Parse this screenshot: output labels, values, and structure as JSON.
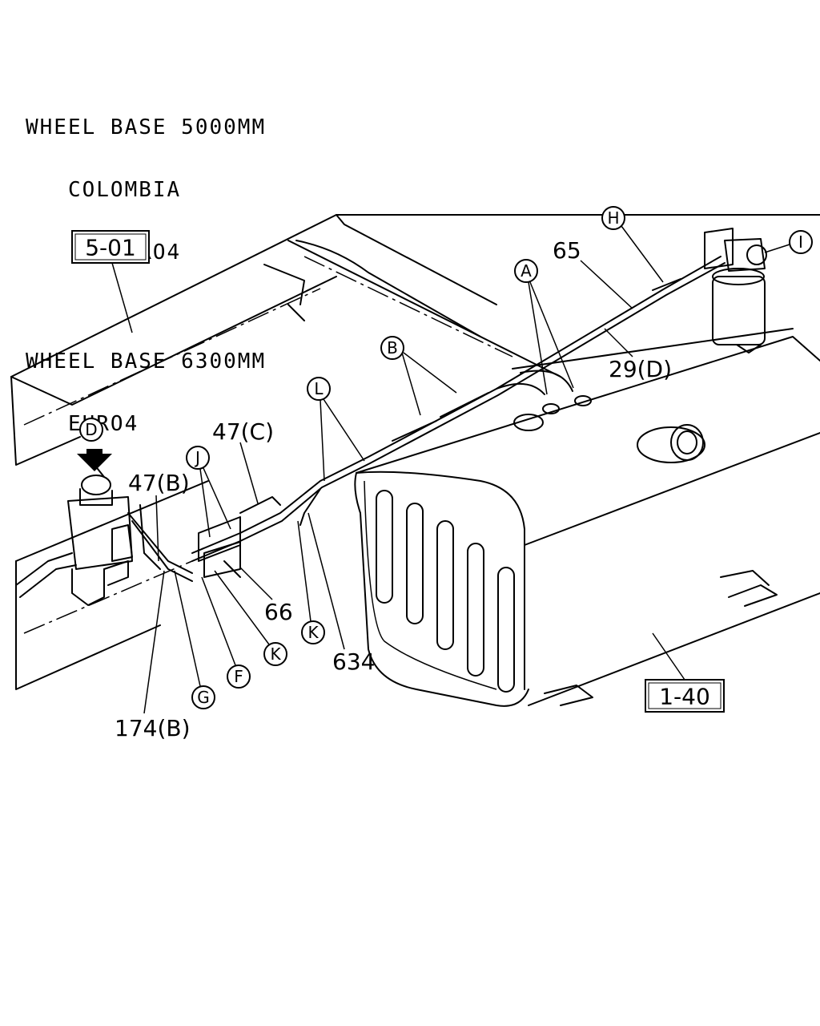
{
  "header": {
    "lines": [
      "WHEEL BASE 5000MM",
      "   COLOMBIA",
      "      EURO4",
      "WHEEL BASE 6300MM",
      "   EURO4"
    ]
  },
  "references": {
    "frame": "5-01",
    "tank": "1-40"
  },
  "callouts": {
    "A": "A",
    "B": "B",
    "D": "D",
    "F": "F",
    "G": "G",
    "H": "H",
    "I": "I",
    "J": "J",
    "K1": "K",
    "K2": "K",
    "L": "L"
  },
  "part_numbers": {
    "p65": "65",
    "p29d": "29(D)",
    "p47c": "47(C)",
    "p47b": "47(B)",
    "p66": "66",
    "p634": "634",
    "p174b": "174(B)"
  }
}
